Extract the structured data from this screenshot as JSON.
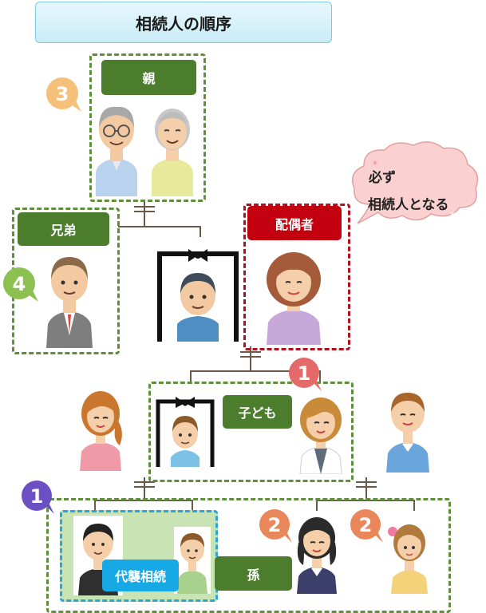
{
  "title": "相続人の順序",
  "labels": {
    "parents": "親",
    "siblings": "兄弟",
    "spouse": "配偶者",
    "children": "子ども",
    "grandchildren": "孫",
    "representation": "代襲相続"
  },
  "callout": {
    "line1": "必ず",
    "line2": "相続人となる"
  },
  "badges": {
    "parents": "3",
    "siblings": "4",
    "children": "1",
    "grandchildren_left": "1",
    "grandchild_a": "2",
    "grandchild_b": "2"
  },
  "colors": {
    "green": "#4b7d2d",
    "red": "#c2000f",
    "blue": "#17a9e6",
    "orange": "#e9865a",
    "purple": "#6d4fc4",
    "lightgreen": "#8cc152",
    "peach": "#f4c07a"
  }
}
